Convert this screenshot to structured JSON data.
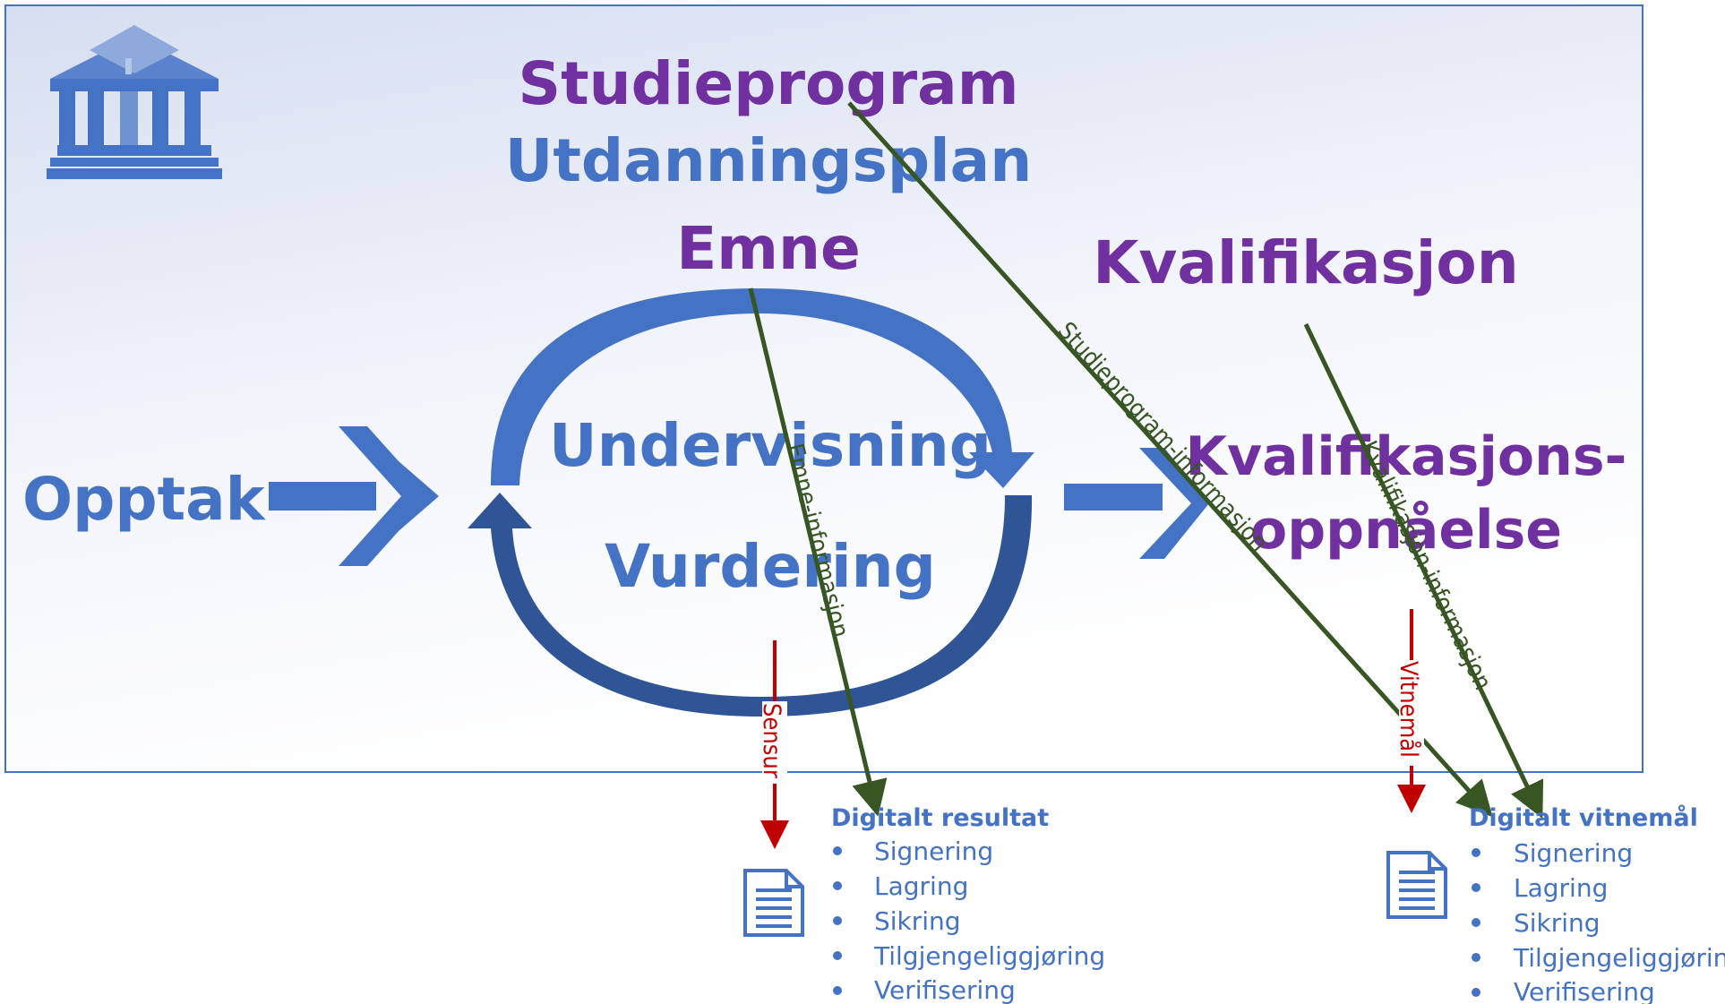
{
  "top_labels": {
    "studieprogram": "Studieprogram",
    "utdanningsplan": "Utdanningsplan",
    "emne": "Emne",
    "kvalifikasjon": "Kvalifikasjon"
  },
  "cycle": {
    "undervisning": "Undervisning",
    "vurdering": "Vurdering"
  },
  "opptak": "Opptak",
  "kvalifikasjonsoppnaelse": {
    "line1": "Kvalifikasjons-",
    "line2": "oppnåelse"
  },
  "connectors": {
    "emne_info": "Emne-informasjon",
    "studieprogram_info": "Studieprogram-informasjon",
    "kvalifikasjon_info": "Kvalifikasjon-informasjon",
    "sensur": "Sensur",
    "vitnemal": "Vitnemål"
  },
  "digitalt_resultat": {
    "title": "Digitalt resultat",
    "items": [
      "Signering",
      "Lagring",
      "Sikring",
      "Tilgjengeliggjøring",
      "Verifisering"
    ]
  },
  "digitalt_vitnemal": {
    "title": "Digitalt vitnemål",
    "items": [
      "Signering",
      "Lagring",
      "Sikring",
      "Tilgjengeliggjøring",
      "Verifisering"
    ]
  },
  "colors": {
    "purple": "#7030A0",
    "blue": "#4472C4",
    "dark_green": "#375623",
    "red": "#C00000"
  },
  "icons": [
    "university-icon",
    "document-icon"
  ]
}
